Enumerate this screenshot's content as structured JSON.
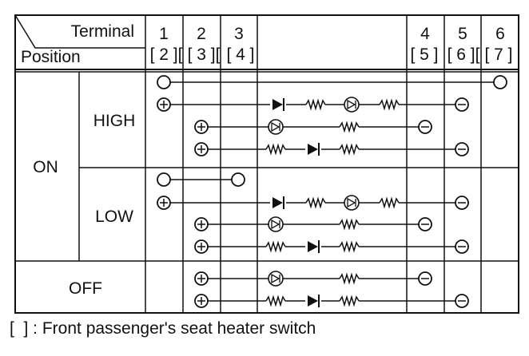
{
  "header": {
    "terminal_label": "Terminal",
    "position_label": "Position",
    "terminals": [
      {
        "number": "1",
        "alt": "[ 2 ]["
      },
      {
        "number": "2",
        "alt": "[ 3 ]["
      },
      {
        "number": "3",
        "alt": "[ 4 ]"
      },
      {
        "number": "4",
        "alt": "[ 5 ]"
      },
      {
        "number": "5",
        "alt": "[ 6 ]["
      },
      {
        "number": "6",
        "alt": "[ 7 ]"
      }
    ]
  },
  "rows": {
    "on": "ON",
    "high": "HIGH",
    "low": "LOW",
    "off": "OFF"
  },
  "footnote": "[  ] : Front passenger's seat heater switch"
}
